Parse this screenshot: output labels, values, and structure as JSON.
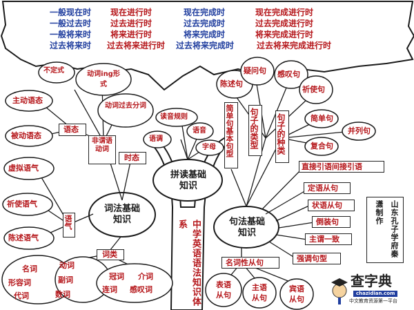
{
  "tense_grid": [
    [
      "一般现在时",
      "现在进行时",
      "现在完成时",
      "现在完成进行时"
    ],
    [
      "一般过去时",
      "过去进行时",
      "过去完成时",
      "过去完成进行时"
    ],
    [
      "一般将来时",
      "将来进行时",
      "将来完成时",
      "将来完成进行时"
    ],
    [
      "过去将来时",
      "过去将来进行时",
      "过去将来完成时",
      "过去将来完成进行时"
    ]
  ],
  "hubs": {
    "pinyin": "拼读基础知识",
    "cifa": "词法基础知识",
    "jufa": "句法基础知识",
    "trunk": "中学英语语法知识体系"
  },
  "left": {
    "budingshi": "不定式",
    "ing": "动词ing形式",
    "guoqufenci": "动词过去分词",
    "zhudong": "主动语态",
    "beidong": "被动语态",
    "yutai": "语态",
    "feiwei": "非谓语动词",
    "shitai": "时态",
    "xuni": "虚拟语气",
    "qishi": "祈使语气",
    "chenshu": "陈述语气",
    "yuqi": "语气",
    "cilei": "词类",
    "mingci": "名词",
    "dongci": "动词",
    "xingrongci": "形容词",
    "fuci": "副词",
    "daici": "代词",
    "shuci": "数词",
    "guanci": "冠词",
    "jieci": "介词",
    "lianci": "连词",
    "gantanci": "感叹词"
  },
  "pinyin_items": {
    "duyin": "读音规则",
    "yinbiao": "语调",
    "yuyin": "语音",
    "zimu": "字母"
  },
  "right": {
    "chenshuju": "陈述句",
    "yiwenju": "疑问句",
    "gantanju": "感叹句",
    "qishiju": "祈使句",
    "jianjuji": "简单句基本句型",
    "juzileixing": "句子的类型",
    "juzizhonglei": "句子的种类",
    "jiandanju": "简单句",
    "binglieju": "并列句",
    "fuheju": "复合句",
    "zhijie": "直接引语间接引语",
    "dingyu": "定语从句",
    "zhuangyu": "状语从句",
    "duozhuang": "倒装句",
    "yizhi": "主谓一致",
    "qiangdiao": "强调句型",
    "mingcixing": "名词性从句",
    "biaoyu": "表语从句",
    "zhuyu": "主语从句",
    "binyu": "宾语从句"
  },
  "credit": "山东孔子学府秦潇制作",
  "logo": {
    "name": "查字典",
    "sub": "chazidian.com",
    "tag": "中文教育资源第一平台"
  },
  "colors": {
    "red": "#b5161a",
    "blue": "#1f3d9e",
    "black": "#1a1a1a"
  }
}
